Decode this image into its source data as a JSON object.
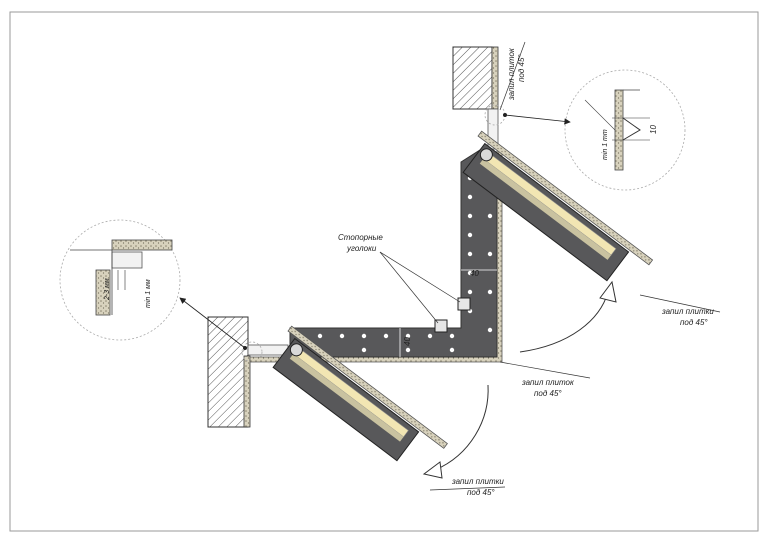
{
  "labels": {
    "top_cut_1": "запил плиток",
    "top_cut_2": "под 45°",
    "right_cut_1": "запил плитки",
    "right_cut_2": "под 45°",
    "center_cut_1": "запил плиток",
    "center_cut_2": "под 45°",
    "bottom_cut_1": "запил плитки",
    "bottom_cut_2": "под 45°",
    "stops_1": "Стопорные",
    "stops_2": "уголоки",
    "dim_40_v": "40",
    "dim_40_h": "40",
    "zoom_right_min": "min 1 mm",
    "zoom_right_10": "10",
    "zoom_left_gap": "2-3 мм",
    "zoom_left_min": "min 1 мм"
  },
  "colors": {
    "frame": "#9a9a9a",
    "profile_dark": "#58585a",
    "wall_hatch": "#555555",
    "tile": "#d9d4c4",
    "led": "#f2e6b3",
    "line": "#333333",
    "wall_fill": "#ffffff"
  }
}
